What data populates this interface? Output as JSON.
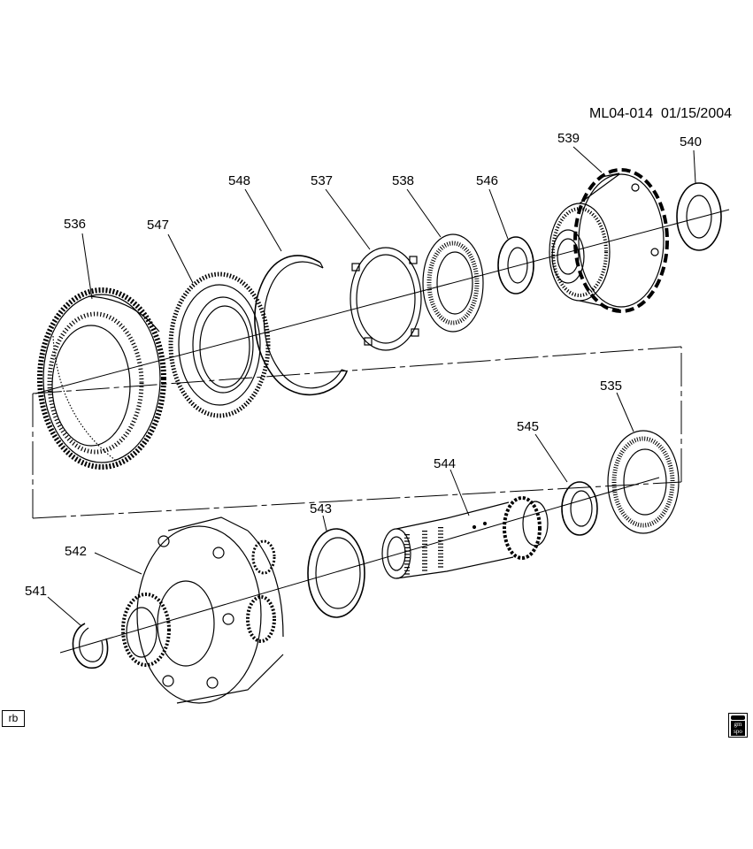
{
  "drawing": {
    "id": "ML04-014",
    "date": "01/15/2004",
    "corner_mark": "rb",
    "logo": "gm-spo-logo"
  },
  "callouts": [
    {
      "num": "536",
      "part": "ring-gear"
    },
    {
      "num": "547",
      "part": "internal-gear-thrust-plate"
    },
    {
      "num": "548",
      "part": "snap-ring"
    },
    {
      "num": "537",
      "part": "tabbed-thrust-washer"
    },
    {
      "num": "538",
      "part": "needle-thrust-bearing"
    },
    {
      "num": "546",
      "part": "thrust-washer"
    },
    {
      "num": "539",
      "part": "sun-gear-carrier"
    },
    {
      "num": "540",
      "part": "thrust-washer"
    },
    {
      "num": "535",
      "part": "needle-thrust-bearing"
    },
    {
      "num": "545",
      "part": "thrust-washer"
    },
    {
      "num": "544",
      "part": "output-shaft"
    },
    {
      "num": "543",
      "part": "thrust-washer"
    },
    {
      "num": "542",
      "part": "planetary-carrier"
    },
    {
      "num": "541",
      "part": "retaining-ring"
    }
  ]
}
